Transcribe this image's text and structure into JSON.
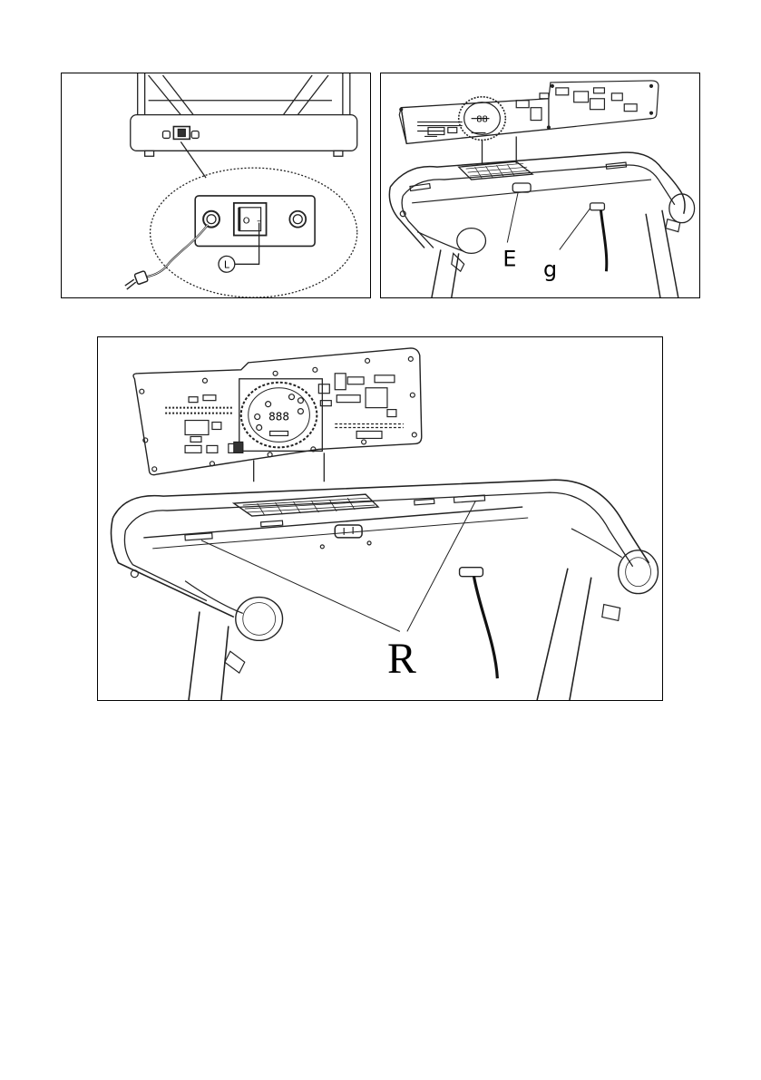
{
  "figure_1": {
    "switch_marks": [
      "O",
      "–"
    ],
    "callout_l": "L"
  },
  "figure_2": {
    "display_digits": "88",
    "callout_e": "E",
    "callout_g": "g"
  },
  "figure_3": {
    "display_digits": "888",
    "callout_r": "R"
  }
}
